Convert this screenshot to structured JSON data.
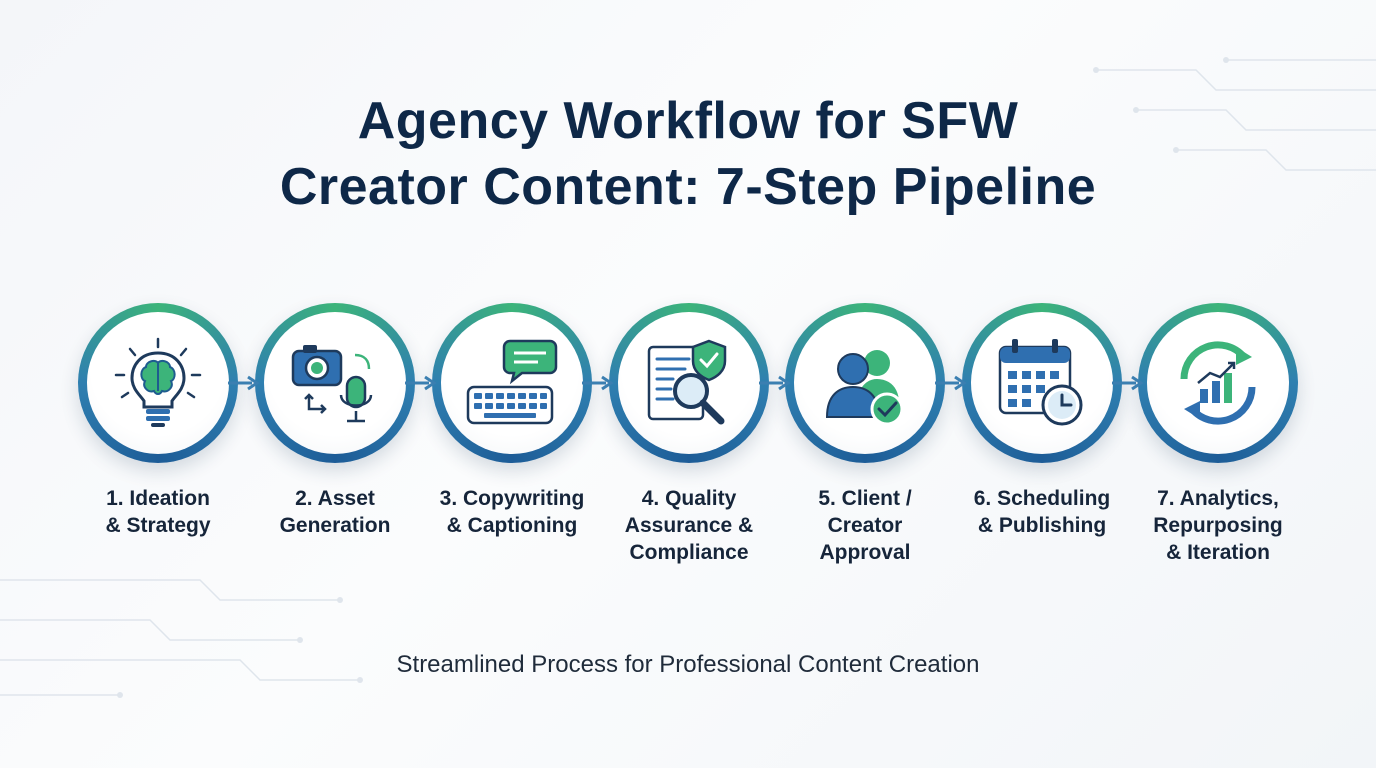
{
  "title": {
    "line1": "Agency Workflow for SFW",
    "line2": "Creator Content: 7-Step Pipeline"
  },
  "steps": [
    {
      "label_lines": [
        "1. Ideation",
        "& Strategy"
      ],
      "icon": "brain-lightbulb-icon"
    },
    {
      "label_lines": [
        "2. Asset",
        "Generation"
      ],
      "icon": "camera-microphone-icon"
    },
    {
      "label_lines": [
        "3. Copywriting",
        "& Captioning"
      ],
      "icon": "keyboard-chat-icon"
    },
    {
      "label_lines": [
        "4. Quality",
        "Assurance &",
        "Compliance"
      ],
      "icon": "document-magnifier-shield-icon"
    },
    {
      "label_lines": [
        "5. Client /",
        "Creator",
        "Approval"
      ],
      "icon": "users-checkmark-icon"
    },
    {
      "label_lines": [
        "6. Scheduling",
        "& Publishing"
      ],
      "icon": "calendar-clock-icon"
    },
    {
      "label_lines": [
        "7. Analytics,",
        "Repurposing",
        "& Iteration"
      ],
      "icon": "cycle-chart-icon"
    }
  ],
  "subtitle": "Streamlined Process for Professional Content Creation",
  "colors": {
    "title": "#0e2848",
    "ring_green": "#3cb47a",
    "ring_blue": "#1d5c97",
    "icon_blue": "#2f6fb0",
    "icon_green": "#3cb47a",
    "arrow": "#3b7fb1"
  }
}
